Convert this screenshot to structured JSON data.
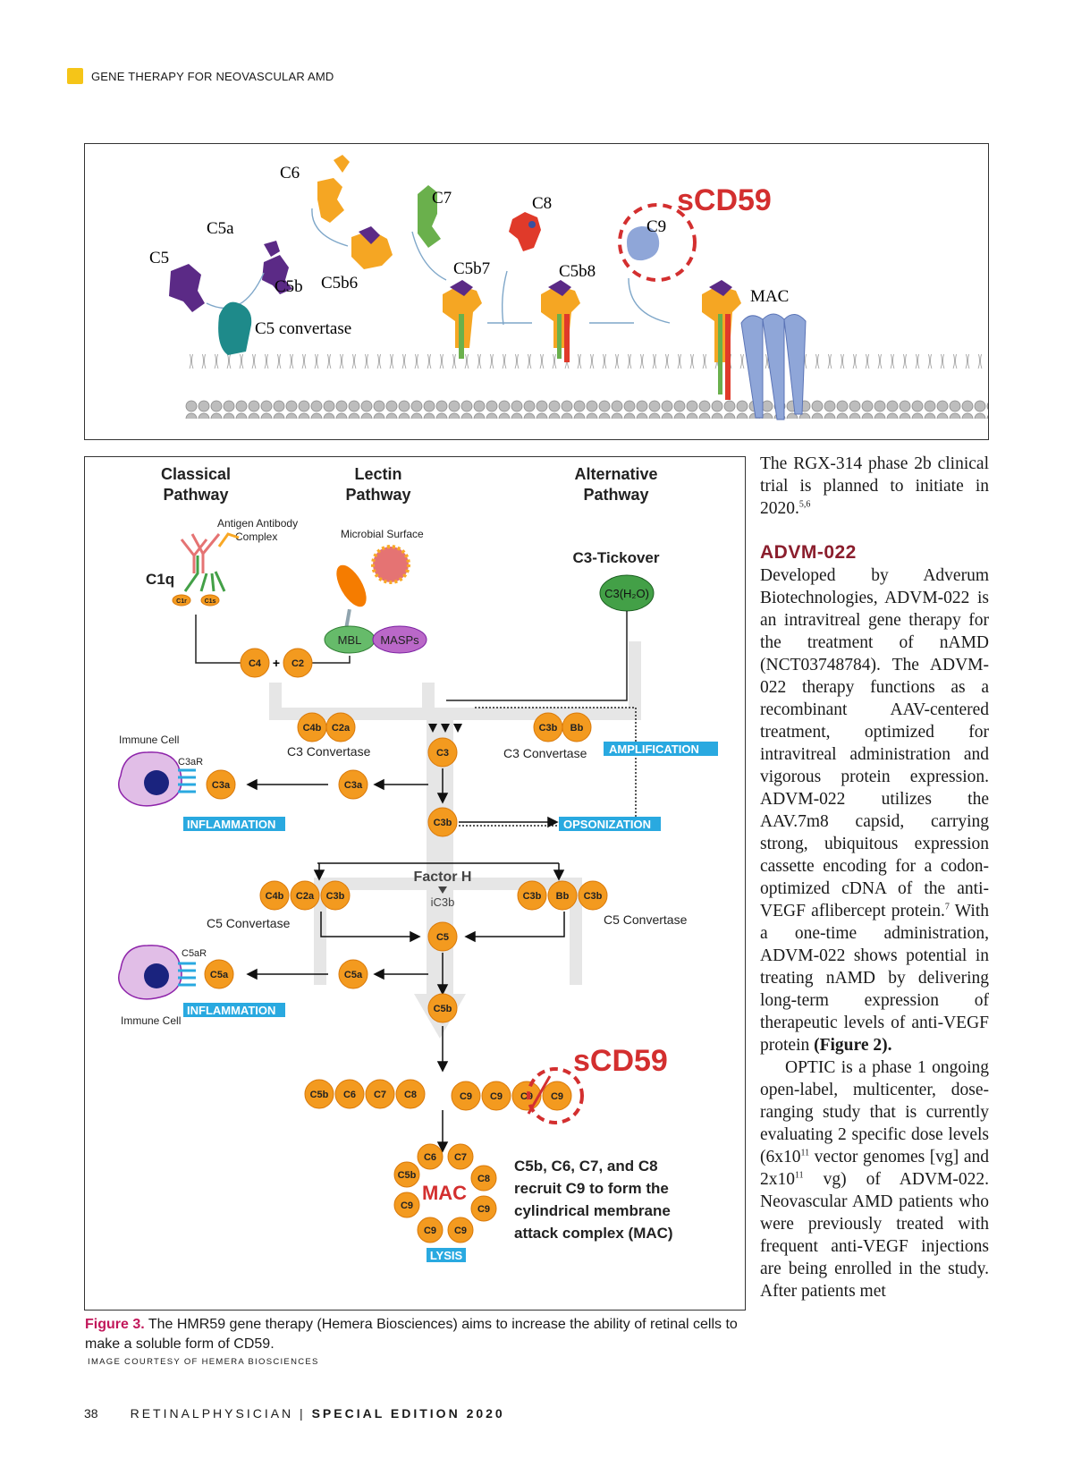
{
  "header": {
    "section_label": "GENE THERAPY FOR NEOVASCULAR AMD"
  },
  "figure_top": {
    "labels": {
      "c5": "C5",
      "c5a": "C5a",
      "c5b": "C5b",
      "c6": "C6",
      "c5b6": "C5b6",
      "c7": "C7",
      "c5b7": "C5b7",
      "c8": "C8",
      "c5b8": "C5b8",
      "c9": "C9",
      "scd59": "sCD59",
      "mac": "MAC",
      "c5_convertase": "C5 convertase"
    }
  },
  "figure_bottom": {
    "classical": "Classical",
    "classical2": "Pathway",
    "lectin": "Lectin",
    "lectin2": "Pathway",
    "alternative": "Alternative",
    "alternative2": "Pathway",
    "antigen": "Antigen Antibody",
    "antigen2": "Complex",
    "c1q": "C1q",
    "c1r": "C1r",
    "c1s": "C1s",
    "microbial": "Microbial Surface",
    "c3_tickover": "C3-Tickover",
    "c3h2o": "C3(H₂O)",
    "mbl": "MBL",
    "masps": "MASPs",
    "c4": "C4",
    "plus": "+",
    "c2": "C2",
    "c4b": "C4b",
    "c2a": "C2a",
    "c3_convertase": "C3 Convertase",
    "c3": "C3",
    "c3a": "C3a",
    "c3b": "C3b",
    "bb": "Bb",
    "amplification": "AMPLIFICATION",
    "opsonization": "OPSONIZATION",
    "immune_cell": "Immune Cell",
    "c3ar": "C3aR",
    "c5ar": "C5aR",
    "inflammation": "INFLAMMATION",
    "factor_h": "Factor H",
    "ic3b": "iC3b",
    "c5_convertase": "C5 Convertase",
    "c5": "C5",
    "c5a": "C5a",
    "c5b": "C5b",
    "scd59": "sCD59",
    "c6": "C6",
    "c7": "C7",
    "c8": "C8",
    "c9": "C9",
    "mac": "MAC",
    "lysis": "LYSIS",
    "note1": "C5b, C6, C7, and C8",
    "note2": "recruit C9 to form the",
    "note3": "cylindrical membrane",
    "note4": "attack complex (MAC)"
  },
  "caption": {
    "label": "Figure 3.",
    "text": "The HMR59 gene therapy (Hemera Biosciences) aims to increase the ability of retinal cells to make a soluble form of CD59.",
    "credit": "IMAGE COURTESY OF HEMERA BIOSCIENCES"
  },
  "footer": {
    "page": "38",
    "magazine": "RETINALPHYSICIAN",
    "separator": " | ",
    "edition": "SPECIAL EDITION 2020"
  },
  "column": {
    "p1": "The RGX-314 phase 2b clinical trial is planned to initiate in 2020.",
    "p1_sup": "5,6",
    "heading": "ADVM-022",
    "p2a": "Developed by Adverum Biotechnologies, ADVM-022 is an intravitreal gene therapy for the treatment of nAMD (NCT03748784). The ADVM-022 therapy functions as a recombinant AAV-centered treatment, optimized for intravitreal administration and vigorous protein expression. ADVM-022 utilizes the AAV.7m8 capsid, carrying strong, ubiquitous expression cassette encoding for a codon-optimized cDNA of the anti-VEGF aflibercept protein.",
    "p2_sup": "7",
    "p2b": " With a one-time administration, ADVM-022 shows potential in treating nAMD by delivering long-term expression of therapeutic levels of anti-VEGF protein ",
    "p2_ref": "(Figure 2).",
    "p3a": "OPTIC is a phase 1 ongoing open-label, multicenter, dose-ranging study that is currently evaluating 2 specific dose levels (6x10",
    "p3_sup1": "11",
    "p3b": " vector genomes [vg] and 2x10",
    "p3_sup2": "11",
    "p3c": " vg) of ADVM-022. Neovascular AMD patients who were previously treated with frequent anti-VEGF injections are being enrolled in the study. After patients met"
  }
}
